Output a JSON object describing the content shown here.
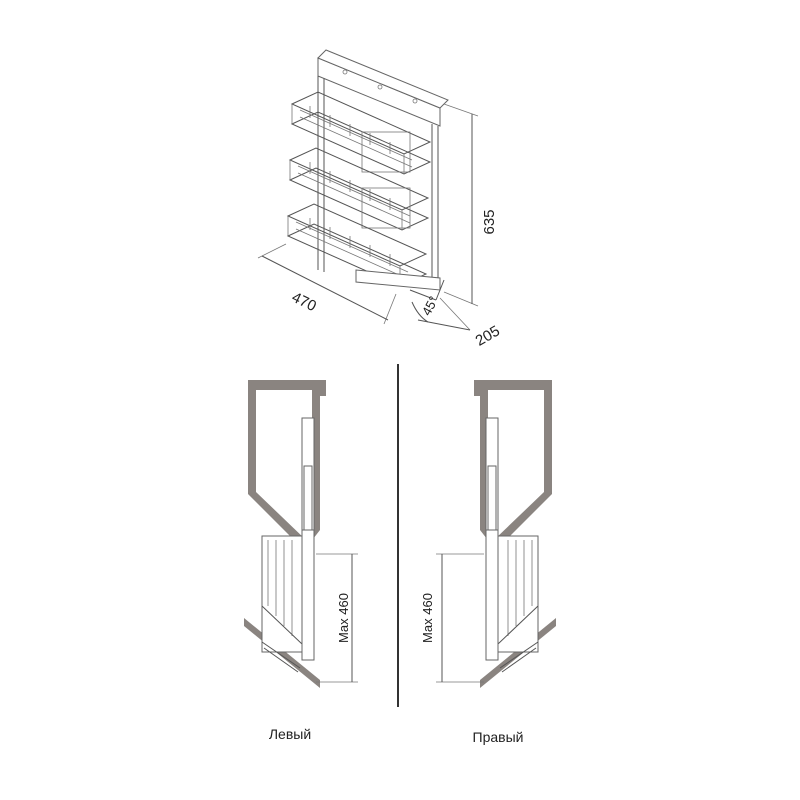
{
  "dimensions": {
    "height": "635",
    "width": "470",
    "depth": "205",
    "angle": "45°",
    "max_extension_left": "Max 460",
    "max_extension_right": "Max 460"
  },
  "captions": {
    "left": "Левый",
    "right": "Правый"
  }
}
